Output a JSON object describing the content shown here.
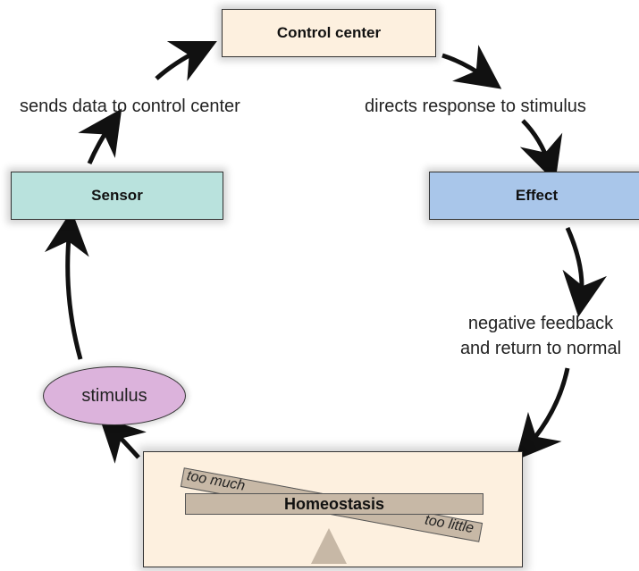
{
  "nodes": {
    "control_center": "Control center",
    "sensor": "Sensor",
    "effect": "Effect",
    "stimulus": "stimulus",
    "homeostasis": "Homeostasis"
  },
  "edge_labels": {
    "sensor_to_control": "sends data to control center",
    "control_to_effect": "directs response to stimulus",
    "feedback_line1": "negative feedback",
    "feedback_line2": "and return to normal"
  },
  "balance": {
    "too_much": "too much",
    "too_little": "too little"
  },
  "colors": {
    "control_center_fill": "#fdf0df",
    "sensor_fill": "#b9e2dd",
    "effect_fill": "#a9c6ea",
    "stimulus_fill": "#dcb3dc",
    "homeostasis_fill": "#fdf0df",
    "plank_fill": "#c7b8a6",
    "arrow_color": "#111111"
  },
  "icons": {
    "arrow": "curved-arrow-icon",
    "fulcrum": "triangle-fulcrum-icon"
  }
}
